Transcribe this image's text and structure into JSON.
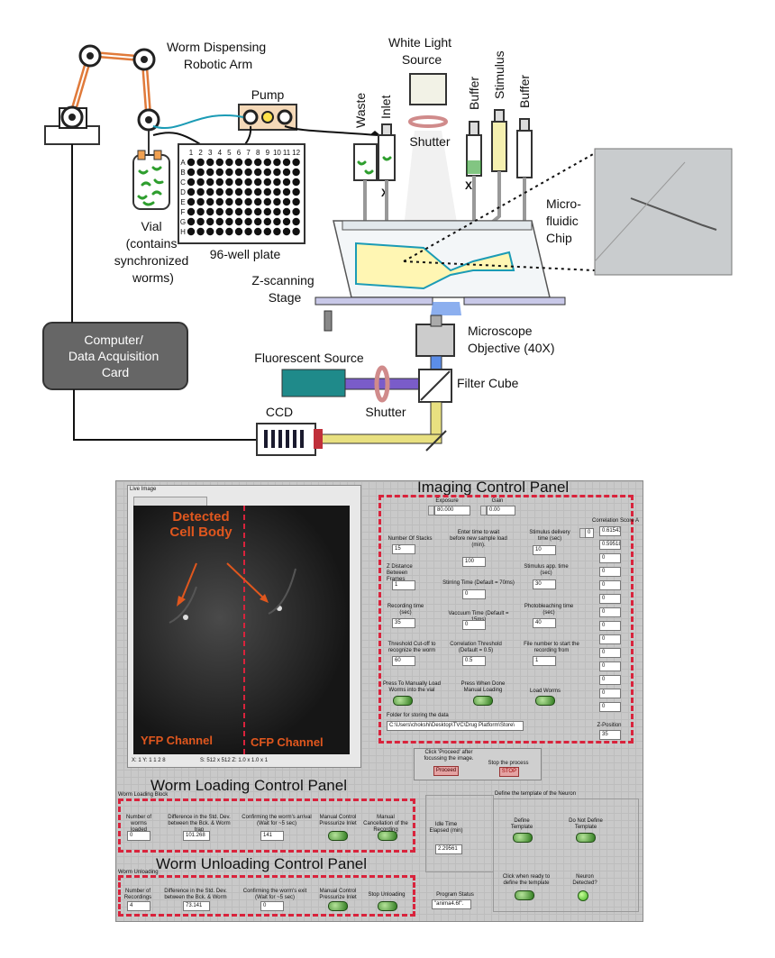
{
  "diagram": {
    "robotic_arm": "Worm Dispensing\nRobotic Arm",
    "pump": "Pump",
    "white_light_source": "White Light\nSource",
    "shutter_top": "Shutter",
    "waste": "Waste",
    "inlet": "Inlet",
    "buffer1": "Buffer",
    "stimulus": "Stimulus",
    "buffer2": "Buffer",
    "vial": "Vial\n(contains\nsynchronized\nworms)",
    "well_plate": "96-well plate",
    "well_rows": [
      "A",
      "B",
      "C",
      "D",
      "E",
      "F",
      "G",
      "H"
    ],
    "well_cols": [
      "1",
      "2",
      "3",
      "4",
      "5",
      "6",
      "7",
      "8",
      "9",
      "10",
      "11",
      "12"
    ],
    "chip": "Micro-\nfluidic\nChip",
    "z_stage": "Z-scanning\nStage",
    "computer": "Computer/\nData Acquisition\nCard",
    "objective": "Microscope\nObjective (40X)",
    "fluorescent_source": "Fluorescent Source",
    "filter_cube": "Filter Cube",
    "shutter_bottom": "Shutter",
    "ccd": "CCD"
  },
  "panel": {
    "live_image": "Live Image",
    "detected": "Detected\nCell Body",
    "yfp": "YFP Channel",
    "cfp": "CFP Channel",
    "image_status": "X: 1  Y: 1  1 2 8",
    "image_size": "S: 512 x 512  Z: 1.0 x 1.0 x 1",
    "imaging_title": "Imaging Control Panel",
    "exposure_label": "Exposure",
    "exposure": "80.000",
    "gain_label": "Gain",
    "gain": "0.00",
    "stacks_label": "Number Of Stacks",
    "stacks": "15",
    "wait_label": "Enter time to wait before new sample load (min).",
    "wait": "100",
    "stim_delivery_label": "Stimulus delivery time (sec)",
    "stim_delivery": "10",
    "zdist_label": "Z Distance Between Frames",
    "zdist": "1",
    "stirring_label": "Stirring Time (Default = 70ms)",
    "stirring": "0",
    "stim_app_label": "Stimulus app. time (sec)",
    "stim_app": "30",
    "recording_label": "Recording time (sec)",
    "recording": "35",
    "vacuum_label": "Vaccuum Time (Default = 15ms)",
    "vacuum": "0",
    "photobleach_label": "Photobleaching time (sec)",
    "photobleach": "40",
    "threshold_label": "Threshold Cut-off to recognize the worm",
    "threshold": "60",
    "corr_label": "Correlation Threshold (Default = 0.5)",
    "corr": "0.5",
    "filenum_label": "File number to start the recording from",
    "filenum": "1",
    "manual_load_label": "Press To Manually Load Worms into the vial",
    "done_loading_label": "Press When Done Manual Loading",
    "load_worms_label": "Load Worms",
    "folder_label": "Folder for storing the data",
    "folder": "C:\\Users\\chokshi\\Desktop\\TVC\\Drug Platform\\Store\\",
    "corr_score_label": "Correlation Score A",
    "corr_score_idx": "0",
    "corr_scores": [
      "0.61543",
      "0.59518",
      "0",
      "0",
      "0",
      "0",
      "0",
      "0",
      "0",
      "0",
      "0",
      "0",
      "0",
      "0"
    ],
    "zpos_label": "Z-Position",
    "zpos": "35",
    "proceed_hint": "Click 'Proceed' after focussing the image.",
    "proceed": "Proceed",
    "stop_label": "Stop the process",
    "stop": "STOP",
    "loading_title": "Worm Loading Control Panel",
    "loading_block": "Worm Loading Block",
    "worms_loaded_label": "Number of worms loaded",
    "worms_loaded": "0",
    "diff_label": "Difference in the Std. Dev. between the Bck. & Worm trap",
    "diff": "101.268",
    "confirm_arrival_label": "Confirming the worm's arrival (Wait for ~5 sec)",
    "confirm_arrival": "141",
    "manual_pressure_label": "Manual Control Pressurize Inlet",
    "manual_cancel_label": "Manual Cancellation of the Recording",
    "template_title": "Define the template of the Neuron",
    "define_template": "Define Template",
    "no_template": "Do Not Define Template",
    "idle_label": "Idle Time Elapsed (min)",
    "idle": "2.29561",
    "unloading_title": "Worm Unloading Control Panel",
    "unloading_block": "Worm Unloading",
    "recordings_label": "Number of Recordings",
    "recordings": "4",
    "diff2_label": "Difference in the Std. Dev. between the Bck. & Worm trap",
    "diff2": "73.141",
    "confirm_exit_label": "Confirming the worm's exit (Wait for ~5 sec)",
    "confirm_exit": "0",
    "manual_pressure2_label": "Manual Control Pressurize Inlet",
    "stop_unloading": "Stop Unloading",
    "program_status_label": "Program Status",
    "program_status": "\"anima4.6f\".",
    "ready_template_label": "Click when ready to define the template",
    "neuron_detected_label": "Neuron Detected?"
  }
}
